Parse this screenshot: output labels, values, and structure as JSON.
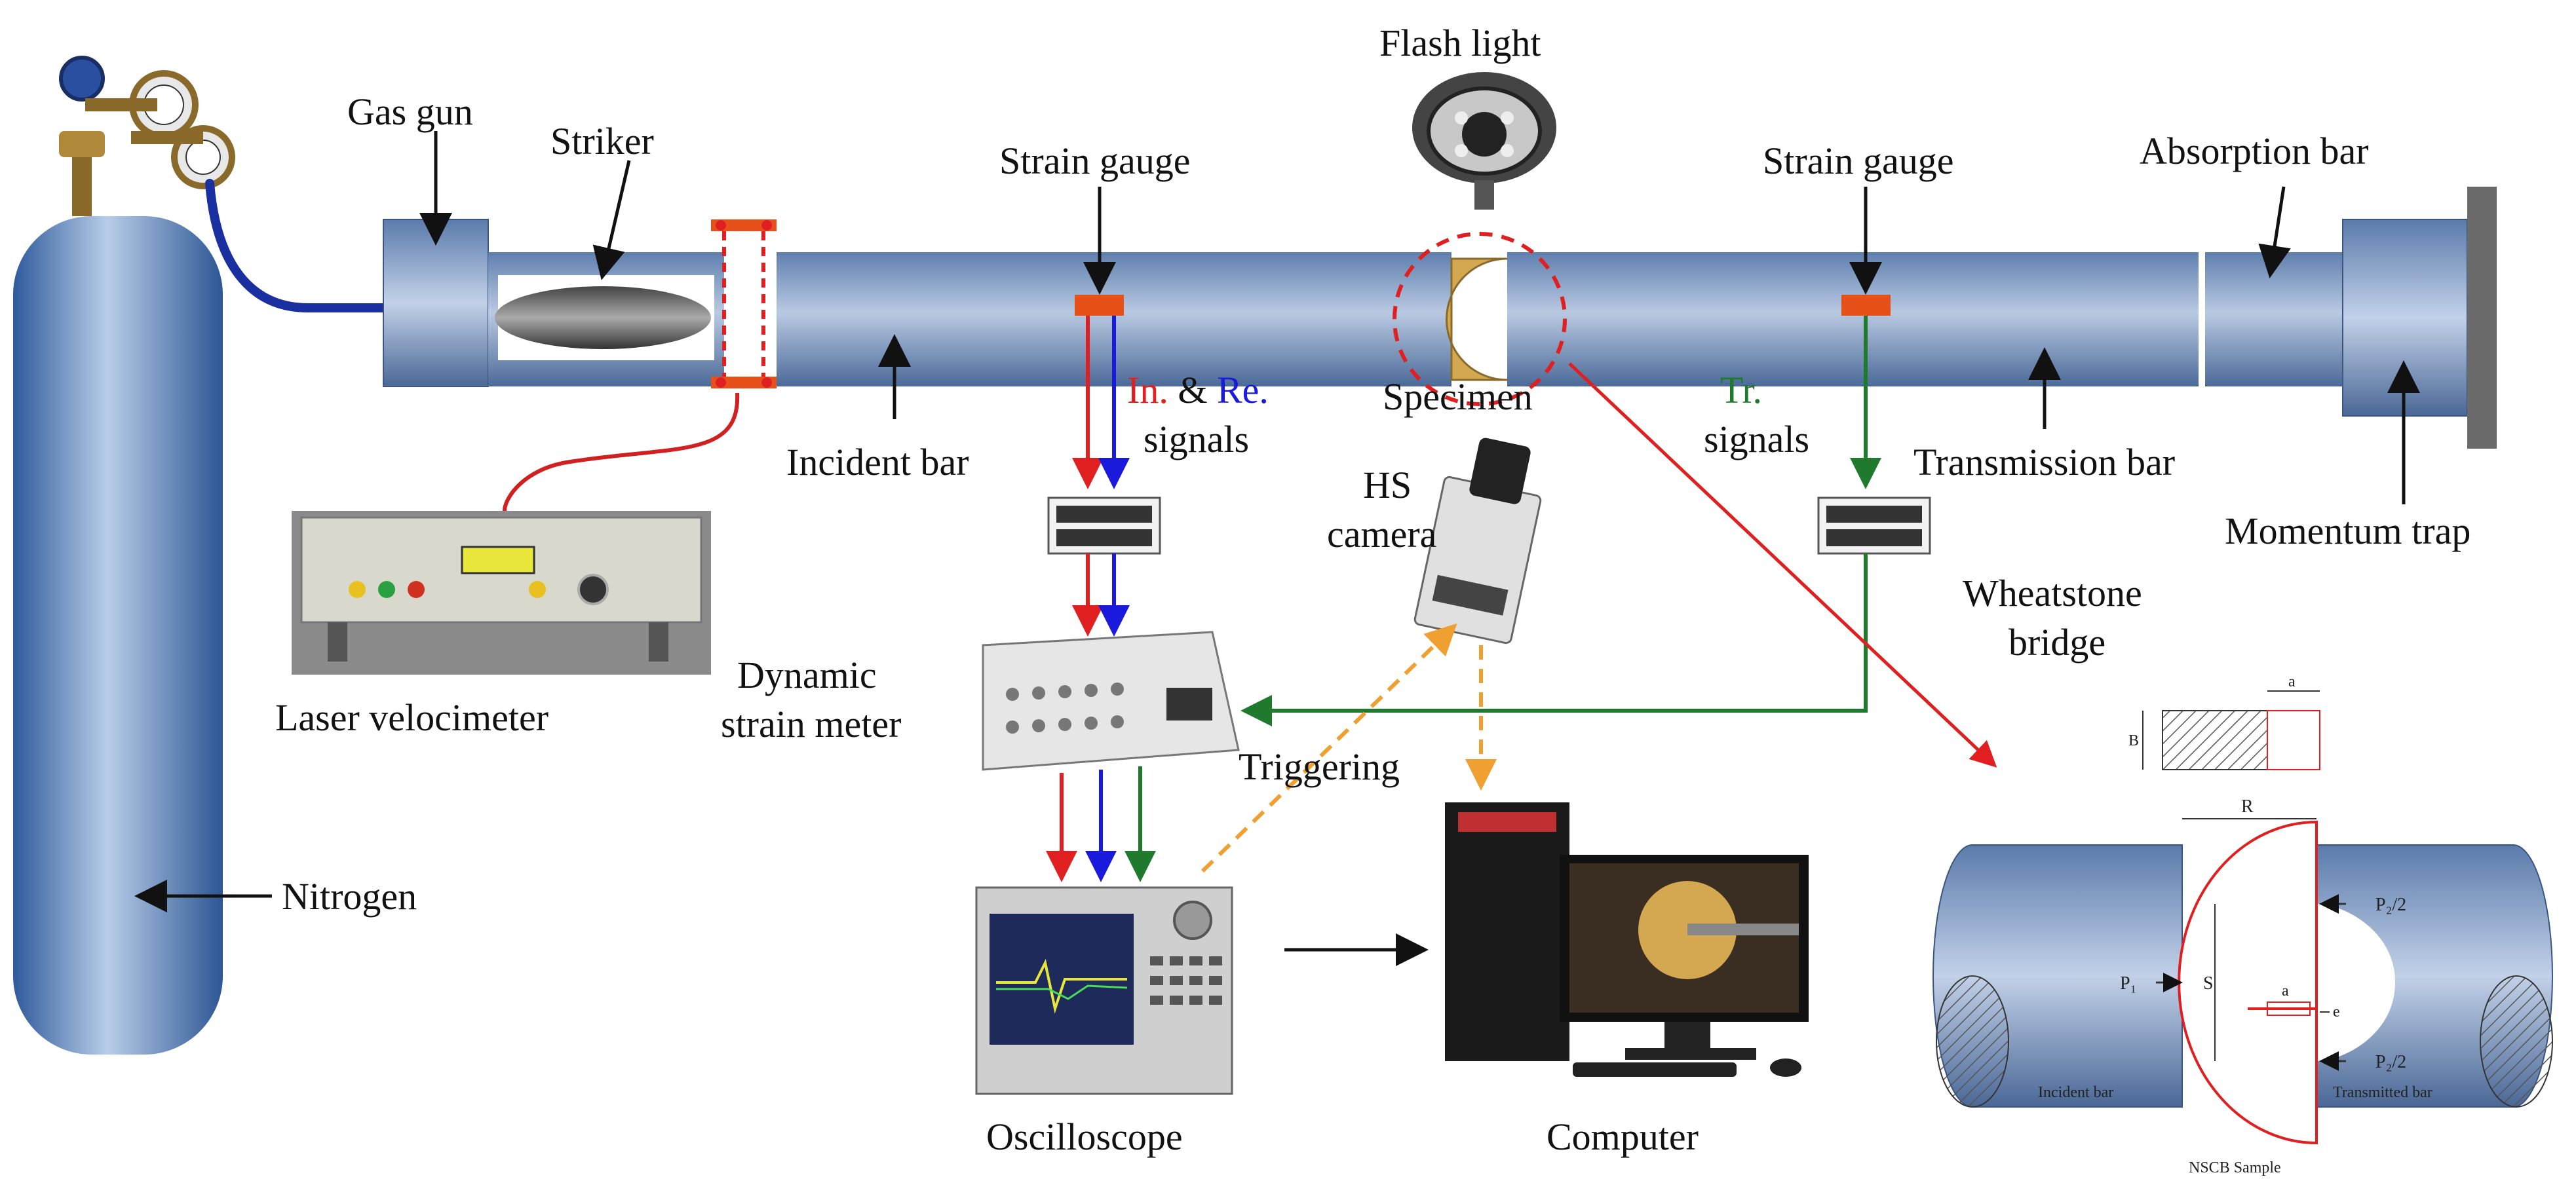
{
  "labels": {
    "gas_gun": "Gas gun",
    "striker": "Striker",
    "strain_gauge_left": "Strain gauge",
    "flash_light": "Flash light",
    "strain_gauge_right": "Strain gauge",
    "absorption_bar": "Absorption bar",
    "incident_bar": "Incident bar",
    "specimen": "Specimen",
    "transmission_bar": "Transmission bar",
    "momentum_trap": "Momentum trap",
    "in_text": "In.",
    "amp_text": " & ",
    "re_text": "Re.",
    "signals_left": "signals",
    "tr_text": "Tr.",
    "signals_right": "signals",
    "hs_camera_1": "HS",
    "hs_camera_2": "camera",
    "wheatstone_1": "Wheatstone",
    "wheatstone_2": "bridge",
    "laser_velocimeter": "Laser velocimeter",
    "dynamic_1": "Dynamic",
    "dynamic_2": "strain meter",
    "triggering": "Triggering",
    "nitrogen": "Nitrogen",
    "oscilloscope": "Oscilloscope",
    "computer": "Computer"
  },
  "inset": {
    "a_top": "a",
    "b_side": "B",
    "r_dim": "R",
    "p2_top": "P₂/2",
    "p1": "P₁",
    "s_dim": "S",
    "a_mid": "a",
    "e_dim": "e",
    "p2_bottom": "P₂/2",
    "incident_bar": "Incident bar",
    "transmitted_bar": "Transmitted bar",
    "caption": "NSCB Sample"
  },
  "colors": {
    "incident": "#e02020",
    "reflected": "#1a1adc",
    "transmitted": "#1f7a2e",
    "trigger": "#f0a030",
    "bar_blue": "#8aa3c8",
    "gauge": "#e8501a"
  }
}
